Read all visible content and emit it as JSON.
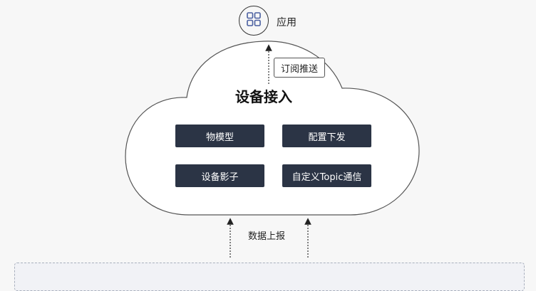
{
  "app": {
    "label": "应用",
    "icon": "grid-apps-icon"
  },
  "cloud": {
    "title": "设备接入",
    "callout": "订阅推送",
    "capabilities": [
      {
        "label": "物模型"
      },
      {
        "label": "配置下发"
      },
      {
        "label": "设备影子"
      },
      {
        "label": "自定义Topic通信"
      }
    ]
  },
  "data_report": {
    "label": "数据上报"
  },
  "colors": {
    "capability_bg": "#2b3445",
    "capability_text": "#ffffff",
    "app_icon": "#4a5fa0",
    "panel_border": "#a9b0bd",
    "panel_bg": "#f1f2f6"
  }
}
